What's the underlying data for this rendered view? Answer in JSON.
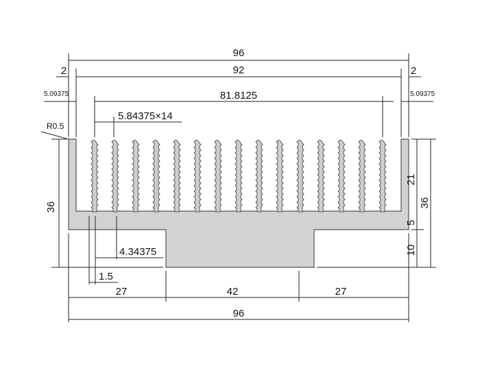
{
  "diagram": {
    "type": "heat sink profile dimension drawing",
    "colors": {
      "profile_fill": "#d2d2d2",
      "outline": "#555555",
      "dimension_line": "#222222",
      "text": "#111111"
    },
    "dimensions": {
      "overall_width_top": "96",
      "left_margin": "2",
      "inner_width": "92",
      "right_margin": "2",
      "left_offset": "5.09375",
      "fin_span": "81.8125",
      "right_offset": "5.09375",
      "fin_pitch": "5.84375×14",
      "radius": "R0.5",
      "left_height": "36",
      "fin_height": "21",
      "right_height": "36",
      "base_thickness": "5",
      "step_height": "10",
      "fin_root_width": "4.34375",
      "wall_thickness": "1.5",
      "bottom_left": "27",
      "bottom_center": "42",
      "bottom_right": "27",
      "overall_width_bottom": "96"
    },
    "fin_count": 15
  }
}
